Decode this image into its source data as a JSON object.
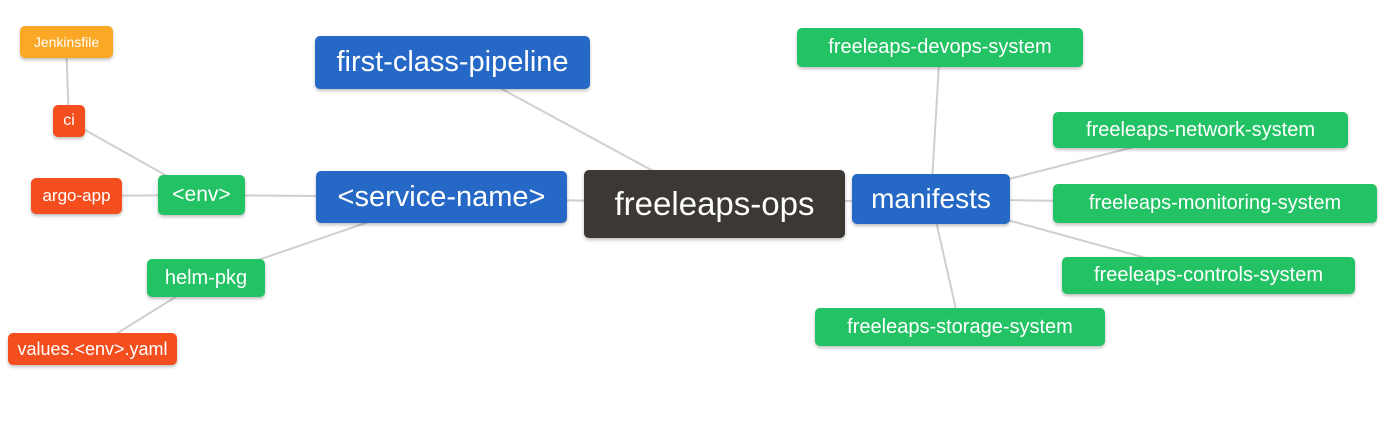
{
  "diagram": {
    "type": "mindmap",
    "root_label": "freeleaps-ops"
  },
  "colors": {
    "edge": "#cfcfcf",
    "background": "#ffffff",
    "node_text": "#ffffff",
    "dark": "#3c3834",
    "blue": "#2668c5",
    "green": "#23c264",
    "red": "#f44e1e",
    "orange": "#faa826"
  },
  "nodes": {
    "freeleaps_ops": {
      "label": "freeleaps-ops",
      "color": "#3c3834"
    },
    "first_class_pipeline": {
      "label": "first-class-pipeline",
      "color": "#2668c5"
    },
    "service_name": {
      "label": "<service-name>",
      "color": "#2668c5"
    },
    "manifests": {
      "label": "manifests",
      "color": "#2668c5"
    },
    "env": {
      "label": "<env>",
      "color": "#23c264"
    },
    "helm_pkg": {
      "label": "helm-pkg",
      "color": "#23c264"
    },
    "devops_system": {
      "label": "freeleaps-devops-system",
      "color": "#23c264"
    },
    "network_system": {
      "label": "freeleaps-network-system",
      "color": "#23c264"
    },
    "monitoring_system": {
      "label": "freeleaps-monitoring-system",
      "color": "#23c264"
    },
    "controls_system": {
      "label": "freeleaps-controls-system",
      "color": "#23c264"
    },
    "storage_system": {
      "label": "freeleaps-storage-system",
      "color": "#23c264"
    },
    "jenkinsfile": {
      "label": "Jenkinsfile",
      "color": "#faa826"
    },
    "ci": {
      "label": "ci",
      "color": "#f44e1e"
    },
    "argo_app": {
      "label": "argo-app",
      "color": "#f44e1e"
    },
    "values_env_yaml": {
      "label": "values.<env>.yaml",
      "color": "#f44e1e"
    }
  },
  "edges": [
    {
      "from": "jenkinsfile",
      "to": "ci"
    },
    {
      "from": "ci",
      "to": "env"
    },
    {
      "from": "argo_app",
      "to": "env"
    },
    {
      "from": "env",
      "to": "service_name"
    },
    {
      "from": "first_class_pipeline",
      "to": "freeleaps_ops"
    },
    {
      "from": "service_name",
      "to": "freeleaps_ops"
    },
    {
      "from": "service_name",
      "to": "helm_pkg"
    },
    {
      "from": "helm_pkg",
      "to": "values_env_yaml"
    },
    {
      "from": "freeleaps_ops",
      "to": "manifests"
    },
    {
      "from": "manifests",
      "to": "devops_system"
    },
    {
      "from": "manifests",
      "to": "network_system"
    },
    {
      "from": "manifests",
      "to": "monitoring_system"
    },
    {
      "from": "manifests",
      "to": "controls_system"
    },
    {
      "from": "manifests",
      "to": "storage_system"
    }
  ]
}
